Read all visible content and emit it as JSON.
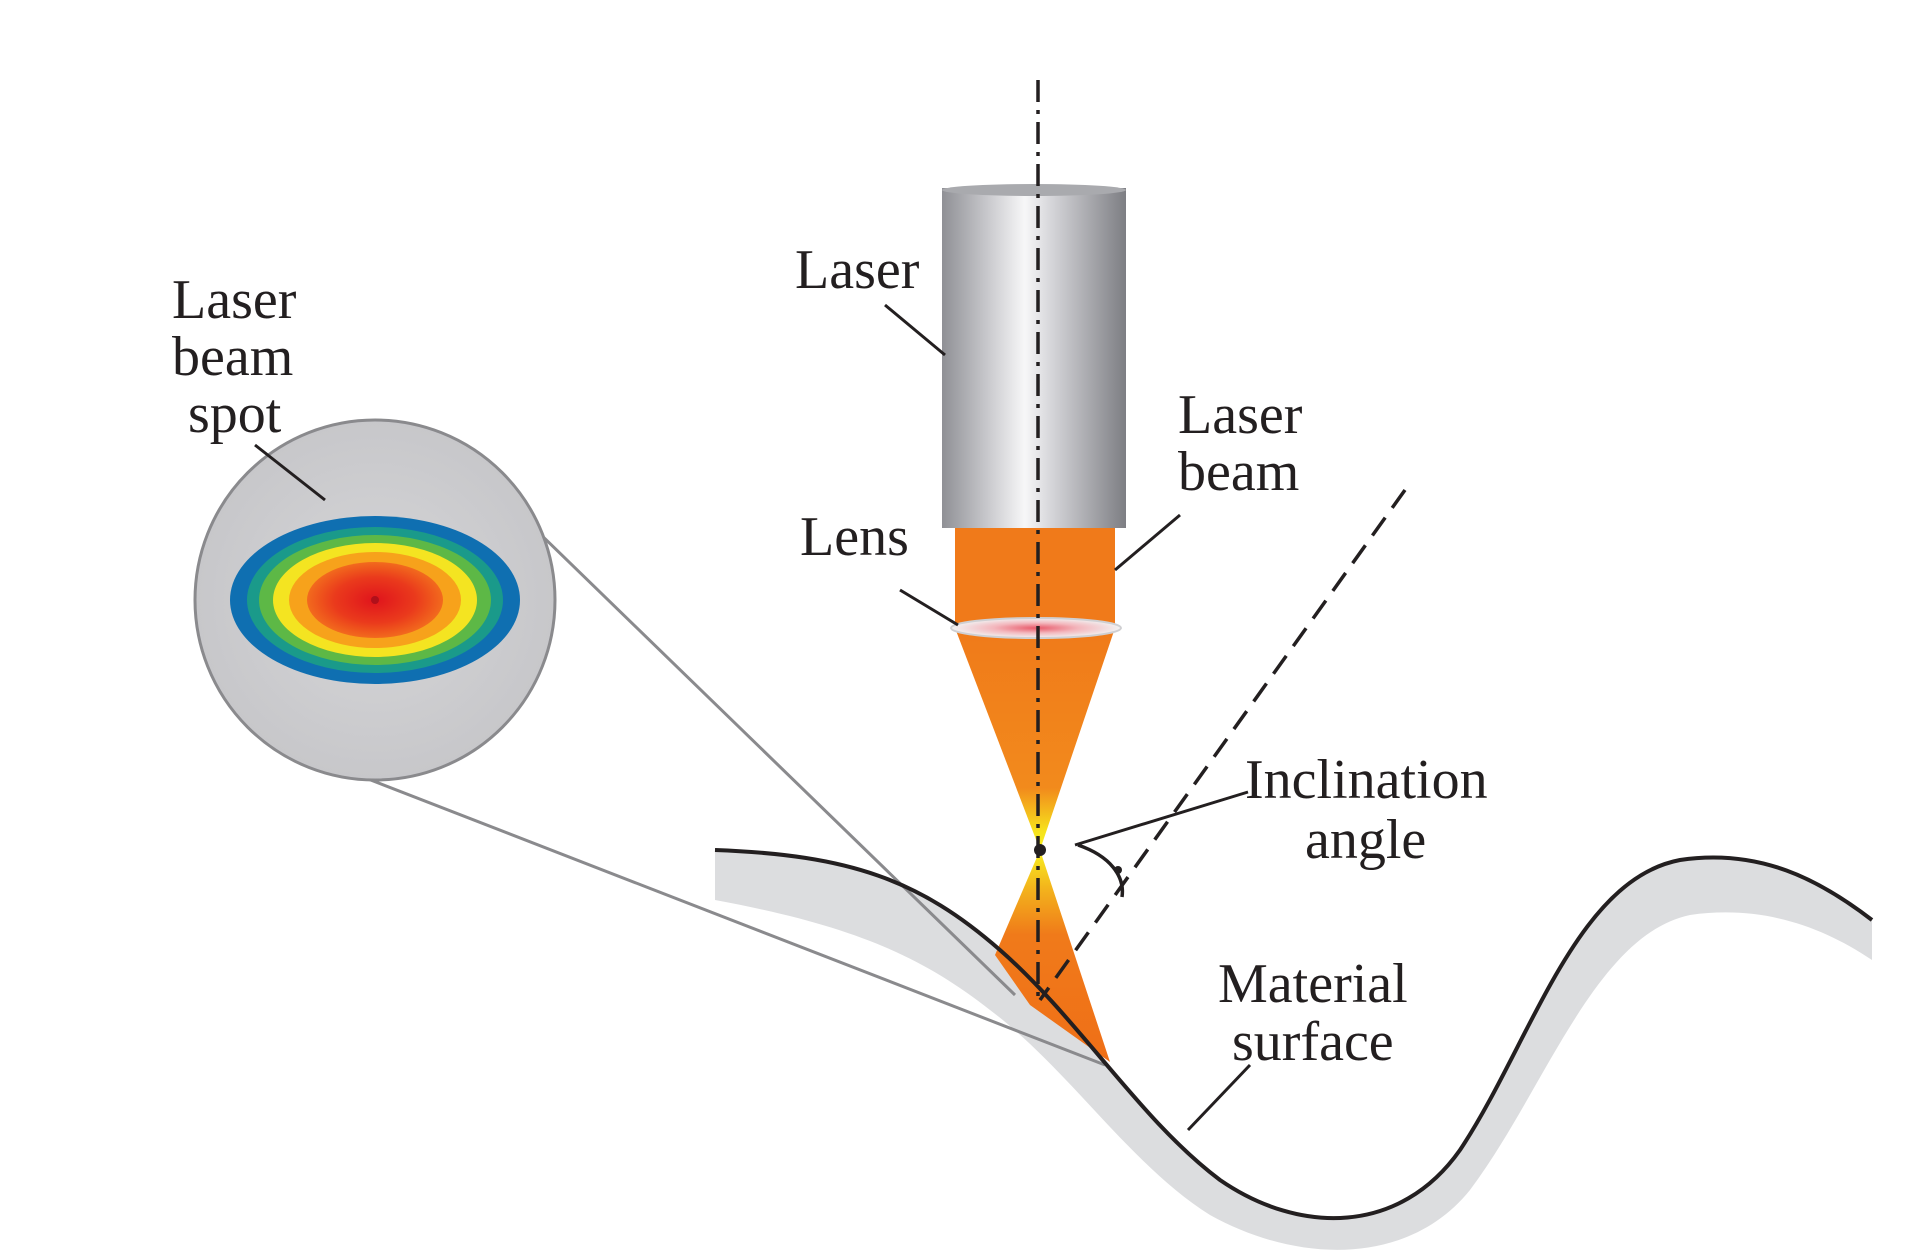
{
  "labels": {
    "laser": "Laser",
    "spot_line1": "Laser",
    "spot_line2": "beam",
    "spot_line3": "spot",
    "beam_line1": "Laser",
    "beam_line2": "beam",
    "lens": "Lens",
    "inclination_line1": "Inclination",
    "inclination_line2": "angle",
    "surface_line1": "Material",
    "surface_line2": "surface"
  },
  "colors": {
    "beam": "#f07a1a",
    "focus": "#f6ec1c",
    "laser_body": "#c4c4c8",
    "surface": "#dcdddf",
    "spot_outer": "#0f6fb1",
    "spot_center": "#e61e1e"
  }
}
